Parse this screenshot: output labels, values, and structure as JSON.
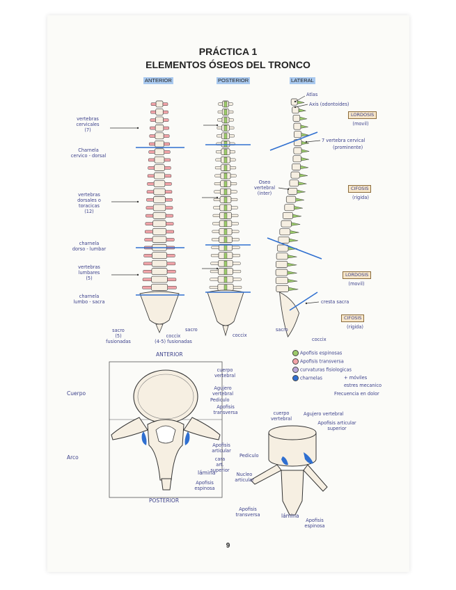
{
  "title": "PRÁCTICA 1",
  "subtitle": "ELEMENTOS ÓSEOS DEL TRONCO",
  "page_number": "9",
  "views": {
    "anterior": "ANTERIOR",
    "posterior": "POSTERIOR",
    "lateral": "LATERAL"
  },
  "left_labels": {
    "cervical_line1": "vertebras",
    "cervical_line2": "cervicales",
    "cervical_count": "(7)",
    "charnela1_line1": "Charnela",
    "charnela1_line2": "cervico - dorsal",
    "dorsal_line1": "vertebras",
    "dorsal_line2": "dorsales o",
    "dorsal_line3": "toracicas",
    "dorsal_count": "(12)",
    "charnela2_line1": "charnela",
    "charnela2_line2": "dorso - lumbar",
    "lumbar_line1": "vertebras",
    "lumbar_line2": "lumbares",
    "lumbar_count": "(5)",
    "charnela3_line1": "charnela",
    "charnela3_line2": "lumbo - sacra"
  },
  "bottom_spine_labels": {
    "sacro_anterior": "sacro",
    "sacro_anterior_count": "(5)",
    "sacro_anterior_note": "fusionadas",
    "coccix_anterior": "coccix",
    "coccix_anterior_count": "(4-5) fusionadas",
    "sacro_posterior": "sacro",
    "coccix_posterior": "coccix",
    "sacro_lateral": "sacro",
    "coccix_lateral": "coccix"
  },
  "lateral_labels": {
    "atlas": "Atlas",
    "axis": "Axis (odontoides)",
    "c7": "7 vertebra cervical",
    "c7_note": "(prominente)",
    "oseo_line1": "Oseo",
    "oseo_line2": "vertebral",
    "oseo_line3": "(inter)",
    "cresta": "cresta sacra"
  },
  "curvatures": [
    {
      "name": "LORDOSIS",
      "note": "(movil)"
    },
    {
      "name": "CIFOSIS",
      "note": "(rigida)"
    },
    {
      "name": "LORDOSIS",
      "note": "(movil)"
    },
    {
      "name": "CIFOSIS",
      "note": "(rigida)"
    }
  ],
  "legend": {
    "items": [
      {
        "color": "#9ccb6a",
        "label": "Apofisis espinosas"
      },
      {
        "color": "#f2a3a8",
        "label": "Apofisis transversa"
      },
      {
        "color": "#b9a6d9",
        "label": "curvaturas fisiologicas"
      },
      {
        "color": "#2f6fd0",
        "label": "charnelas"
      }
    ],
    "charnela_notes": [
      "+ móviles",
      "estres mecanico",
      "Frecuencia en dolor"
    ]
  },
  "vertebra_top": {
    "anterior": "ANTERIOR",
    "posterior": "POSTERIOR",
    "cuerpo": "Cuerpo",
    "arco": "Arco",
    "cuerpo_vertebral_line1": "cuerpo",
    "cuerpo_vertebral_line2": "vertebral",
    "agujero_line1": "Agujero",
    "agujero_line2": "vertebral",
    "pediculo": "Pediculo",
    "apofisis_trans_line1": "Apofisis",
    "apofisis_trans_line2": "transversa",
    "apofisis_art_line1": "Apofisis",
    "apofisis_art_line2": "articular",
    "cara_line1": "cara",
    "cara_line2": "art. superior",
    "lamina": "lámina",
    "apofisis_esp_line1": "Apofisis",
    "apofisis_esp_line2": "espinosa"
  },
  "vertebra_3d": {
    "cuerpo_line1": "cuerpo",
    "cuerpo_line2": "vertebral",
    "agujero": "Agujero vertebral",
    "art_sup_line1": "Apofisis articular",
    "art_sup_line2": "superior",
    "pediculo": "Pediculo",
    "nucleo_line1": "Nucleo",
    "nucleo_line2": "articular",
    "trans_line1": "Apofisis",
    "trans_line2": "transversa",
    "lamina": "lámina",
    "esp_line1": "Apofisis",
    "esp_line2": "espinosa"
  },
  "colors": {
    "bone": "#f6efe2",
    "bone_stroke": "#3b3b3b",
    "ink": "#3a3f8a",
    "spinous": "#9ccb6a",
    "transverse": "#f2a3a8",
    "charnela": "#2f6fd0",
    "highlight": "#a9c9ef",
    "curvature_box": "#f7e6c8"
  }
}
